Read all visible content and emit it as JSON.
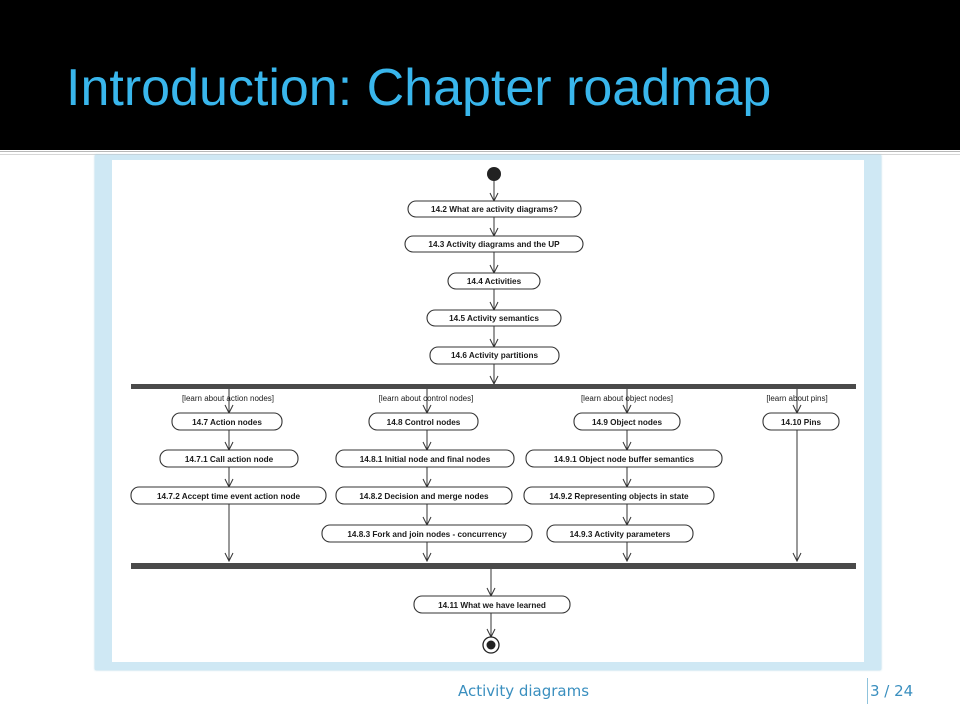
{
  "slide": {
    "title": "Introduction: Chapter roadmap",
    "footer": "Activity diagrams",
    "page": "3 / 24"
  },
  "colors": {
    "title": "#39b6ec",
    "header_bg": "#000000",
    "frame": "#cfe8f4",
    "footer": "#3a8fbf"
  },
  "diagram": {
    "nodes": {
      "n14_2": "14.2 What are activity diagrams?",
      "n14_3": "14.3 Activity diagrams and the UP",
      "n14_4": "14.4 Activities",
      "n14_5": "14.5 Activity semantics",
      "n14_6": "14.6 Activity partitions",
      "n14_7": "14.7 Action nodes",
      "n14_7_1": "14.7.1  Call action node",
      "n14_7_2": "14.7.2 Accept time event action node",
      "n14_8": "14.8 Control nodes",
      "n14_8_1": "14.8.1 Initial node and final nodes",
      "n14_8_2": "14.8.2 Decision and merge nodes",
      "n14_8_3": "14.8.3 Fork and join nodes - concurrency",
      "n14_9": "14.9 Object nodes",
      "n14_9_1": "14.9.1 Object node buffer semantics",
      "n14_9_2": "14.9.2 Representing objects in state",
      "n14_9_3": "14.9.3 Activity parameters",
      "n14_10": "14.10 Pins",
      "n14_11": "14.11 What we have learned"
    },
    "guards": {
      "g_action": "[learn about action nodes]",
      "g_control": "[learn about control nodes]",
      "g_object": "[learn about object nodes]",
      "g_pins": "[learn about pins]"
    }
  }
}
